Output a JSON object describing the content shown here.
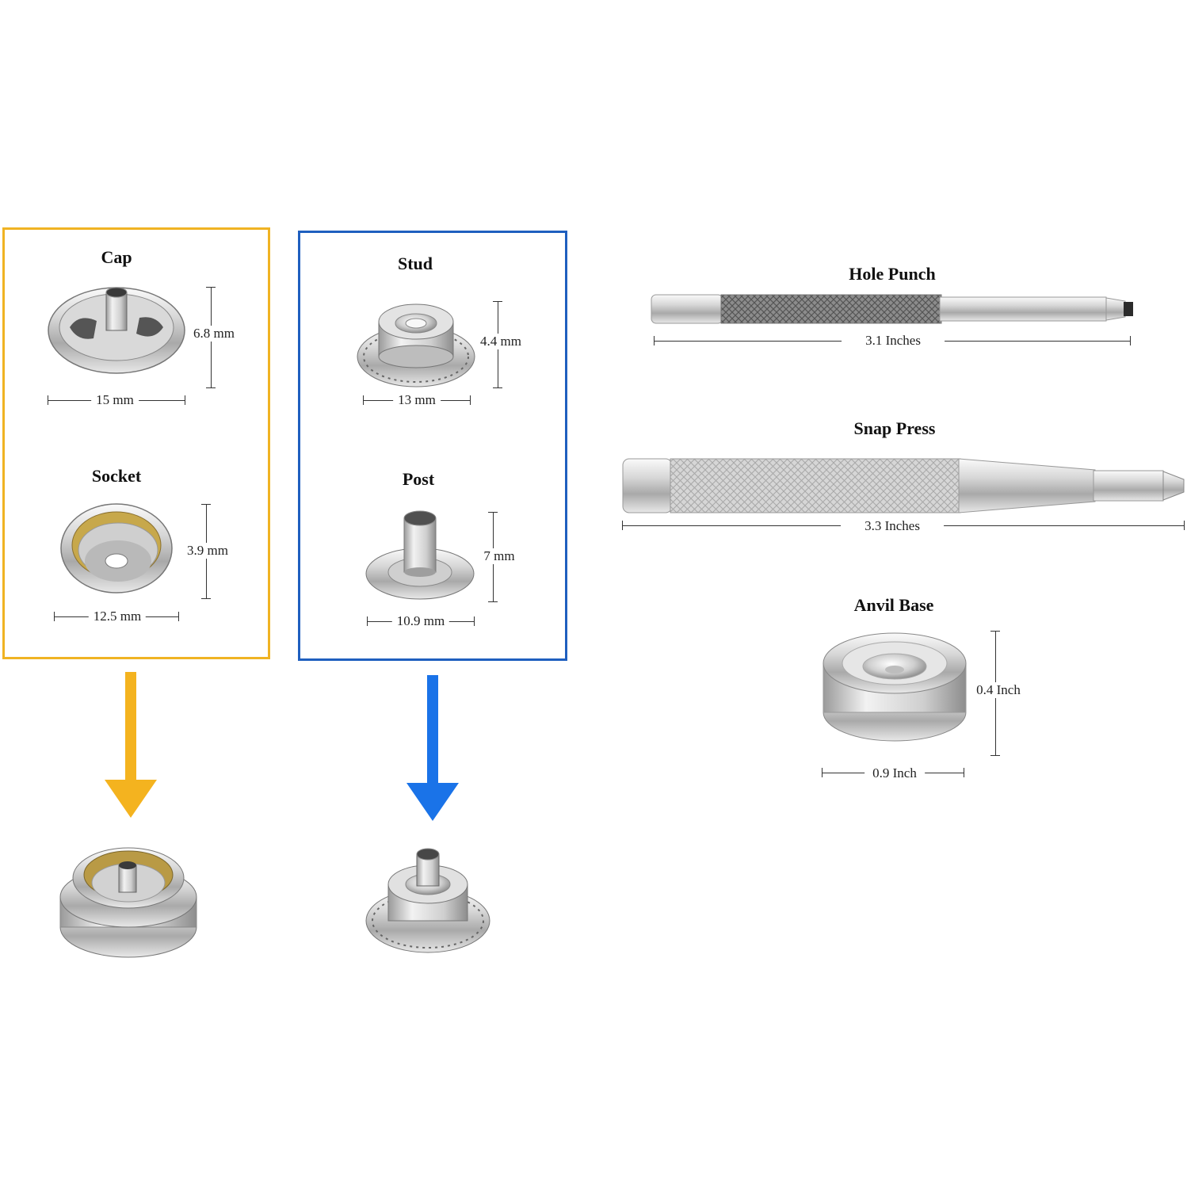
{
  "colors": {
    "fastener_box": "#f0b323",
    "tool_box": "#1f5fbf",
    "arrow_yellow": "#f4b31f",
    "arrow_blue": "#1a73e8"
  },
  "cap": {
    "title": "Cap",
    "height": "6.8 mm",
    "width": "15 mm"
  },
  "socket": {
    "title": "Socket",
    "height": "3.9 mm",
    "width": "12.5 mm"
  },
  "stud": {
    "title": "Stud",
    "height": "4.4 mm",
    "width": "13 mm"
  },
  "post": {
    "title": "Post",
    "height": "7 mm",
    "width": "10.9 mm"
  },
  "hole_punch": {
    "title": "Hole Punch",
    "length": "3.1 Inches"
  },
  "snap_press": {
    "title": "Snap Press",
    "length": "3.3 Inches"
  },
  "anvil_base": {
    "title": "Anvil Base",
    "height": "0.4 Inch",
    "width": "0.9 Inch"
  },
  "icons": [
    "cap-icon",
    "socket-icon",
    "stud-icon",
    "post-icon",
    "hole-punch-icon",
    "snap-press-icon",
    "anvil-base-icon",
    "arrow-down-icon",
    "assembled-cap-socket-icon",
    "assembled-stud-post-icon"
  ]
}
